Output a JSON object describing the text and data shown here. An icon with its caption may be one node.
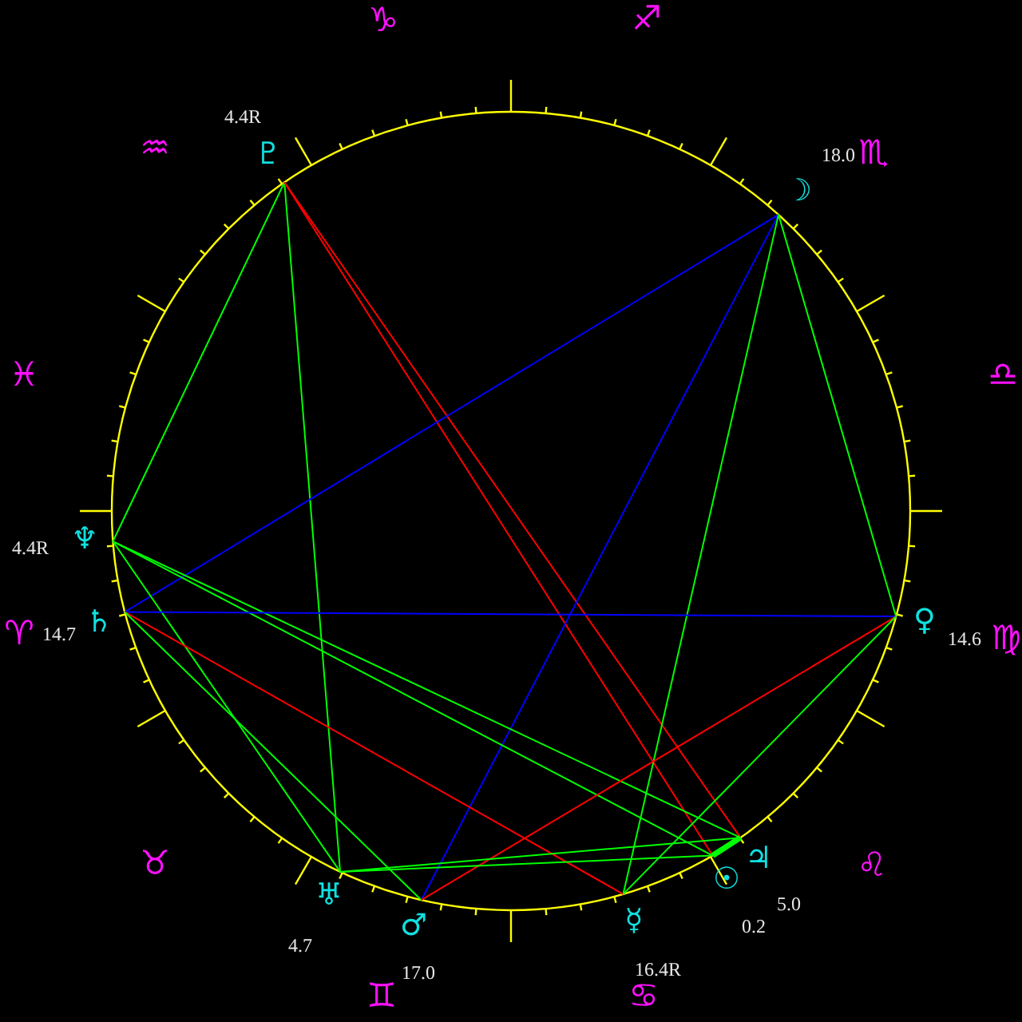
{
  "diagram": {
    "nodes": [
      {
        "text": [
          "♇"
        ],
        "beside": [
          "4.4R"
        ]
      },
      {
        "text": [
          "☽"
        ],
        "beside": [
          "18.0"
        ]
      },
      {
        "text": [
          "♆"
        ],
        "beside": [
          "4.4R"
        ]
      },
      {
        "text": [
          "♄"
        ],
        "beside": [
          "14.7"
        ]
      },
      {
        "text": [
          "♀"
        ],
        "beside": [
          "14.6"
        ]
      },
      {
        "text": [
          "♅"
        ],
        "beside": [
          "4.7"
        ]
      },
      {
        "text": [
          "♂"
        ],
        "beside": [
          "17.0"
        ]
      },
      {
        "text": [
          "☿"
        ],
        "beside": [
          "16.4R"
        ]
      },
      {
        "text": [
          "☉"
        ],
        "beside": [
          "0.2"
        ]
      },
      {
        "text": [
          "♃"
        ],
        "beside": [
          "5.0"
        ]
      }
    ],
    "edges": [
      {
        "from": 0,
        "to": 2,
        "arrow": "none"
      },
      {
        "from": 0,
        "to": 5,
        "arrow": "none"
      },
      {
        "from": 0,
        "to": 9,
        "arrow": "none",
        "color": "#ff0000"
      },
      {
        "from": 0,
        "to": 8,
        "arrow": "none",
        "color": "#ff0000"
      },
      {
        "from": 1,
        "to": 3,
        "arrow": "none",
        "color": "#0000ff"
      },
      {
        "from": 1,
        "to": 6,
        "arrow": "none",
        "color": "#0000ff"
      },
      {
        "from": 1,
        "to": 7,
        "arrow": "none"
      },
      {
        "from": 1,
        "to": 4,
        "arrow": "none"
      },
      {
        "from": 2,
        "to": 9,
        "arrow": "none"
      },
      {
        "from": 2,
        "to": 8,
        "arrow": "none"
      },
      {
        "from": 2,
        "to": 5,
        "arrow": "none"
      },
      {
        "from": 3,
        "to": 4,
        "arrow": "none",
        "color": "#0000ff"
      },
      {
        "from": 3,
        "to": 7,
        "arrow": "none",
        "color": "#ff0000"
      },
      {
        "from": 3,
        "to": 6,
        "arrow": "none"
      },
      {
        "from": 4,
        "to": 6,
        "arrow": "none",
        "color": "#ff0000"
      },
      {
        "from": 4,
        "to": 7,
        "arrow": "none"
      },
      {
        "from": 5,
        "to": 9,
        "arrow": "none"
      },
      {
        "from": 5,
        "to": 8,
        "arrow": "none"
      },
      {
        "from": 8,
        "to": 9,
        "arrow": "none",
        "style": "thick"
      }
    ],
    "labels": [
      "♑",
      "♐",
      "♒",
      "♏",
      "♓",
      "♎",
      "♈",
      "♍",
      "♉",
      "♌",
      "♊",
      "♋"
    ]
  }
}
